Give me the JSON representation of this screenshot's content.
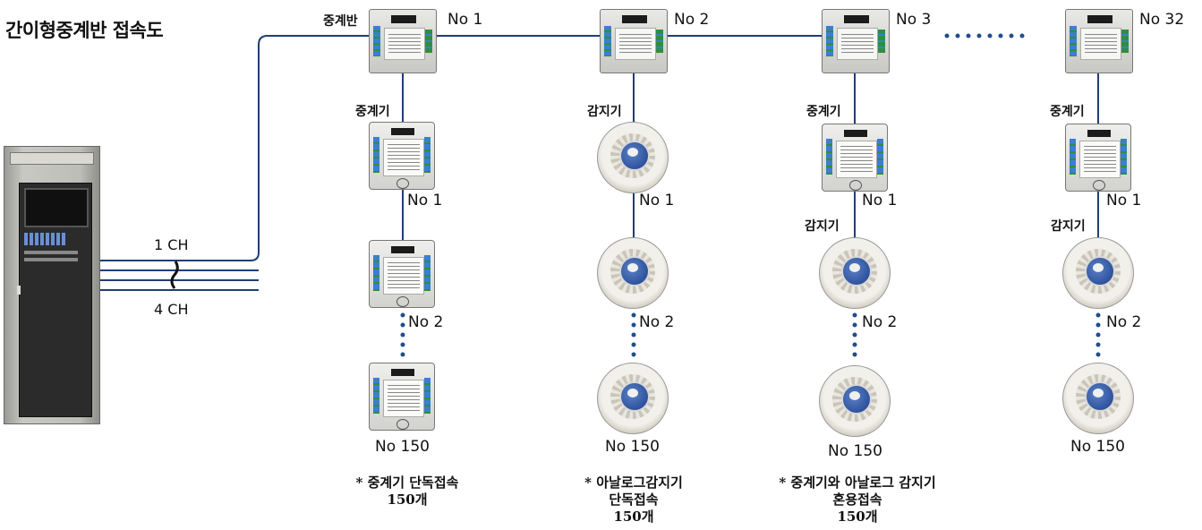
{
  "title": "간이형중계반 접속도",
  "channels": {
    "first": "1 CH",
    "last": "4 CH"
  },
  "columns": [
    {
      "panel_label": "중계반",
      "panel_no": "No 1",
      "device_label": "중계기",
      "second_label": "",
      "device_type": "relay",
      "nos": [
        "No 1",
        "No 2",
        "No 150"
      ],
      "note": [
        "* 중계기 단독접속",
        "150개"
      ]
    },
    {
      "panel_label": "",
      "panel_no": "No 2",
      "device_label": "감지기",
      "second_label": "",
      "device_type": "detector",
      "nos": [
        "No 1",
        "No 2",
        "No 150"
      ],
      "note": [
        "* 아날로그감지기",
        "단독접속",
        "150개"
      ]
    },
    {
      "panel_label": "",
      "panel_no": "No 3",
      "device_label": "중계기",
      "second_label": "감지기",
      "device_type": "mixed",
      "nos": [
        "No 1",
        "No 2",
        "No 150"
      ],
      "note": [
        "* 중계기와 아날로그 감지기",
        "혼용접속",
        "150개"
      ]
    },
    {
      "panel_label": "",
      "panel_no": "No 32",
      "device_label": "중계기",
      "second_label": "감지기",
      "device_type": "mixed",
      "nos": [
        "No 1",
        "No 2",
        "No 150"
      ],
      "note": []
    }
  ],
  "colors": {
    "wire": "#1f3f73",
    "dots": "#1f4e8f"
  },
  "icons": [
    "fire-receiver-cabinet",
    "relay-panel",
    "relay-module",
    "analog-detector"
  ]
}
